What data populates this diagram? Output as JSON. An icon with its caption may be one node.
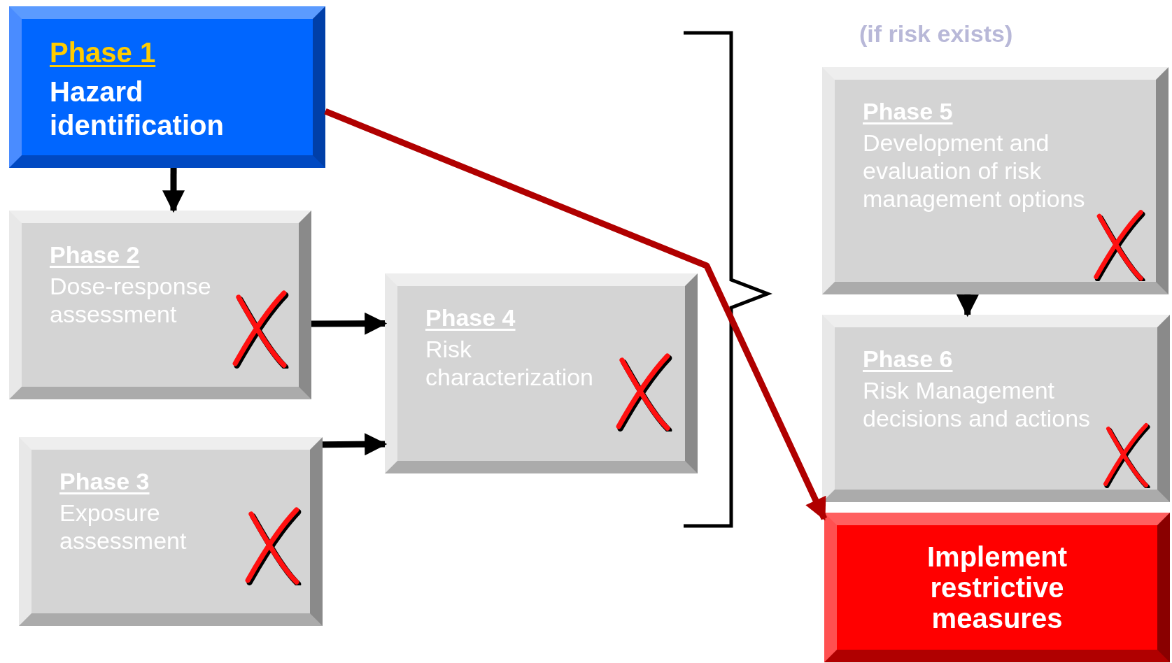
{
  "diagram": {
    "nodes": [
      {
        "text": [
          "Phase 1",
          "Hazard identification"
        ]
      },
      {
        "text": [
          "Phase 2",
          "Dose-response assessment"
        ]
      },
      {
        "text": [
          "Phase 3",
          "Exposure assessment"
        ]
      },
      {
        "text": [
          "Phase 4",
          "Risk characterization"
        ]
      },
      {
        "text": [
          "Phase 5",
          "Development and evaluation of risk management options"
        ]
      },
      {
        "text": [
          "Phase 6",
          "Risk Management decisions and actions"
        ]
      },
      {
        "text": [
          "Implement restrictive measures"
        ]
      }
    ],
    "edges": [
      {
        "from": 0,
        "to": 1,
        "arrow": "to"
      },
      {
        "from": 1,
        "to": 3,
        "arrow": "to"
      },
      {
        "from": 2,
        "to": 3,
        "arrow": "to"
      },
      {
        "from": 4,
        "to": 5,
        "arrow": "to"
      },
      {
        "from": 0,
        "to": 6,
        "arrow": "to",
        "color": "#b00000"
      }
    ],
    "labels": [
      "(if risk exists)"
    ]
  }
}
